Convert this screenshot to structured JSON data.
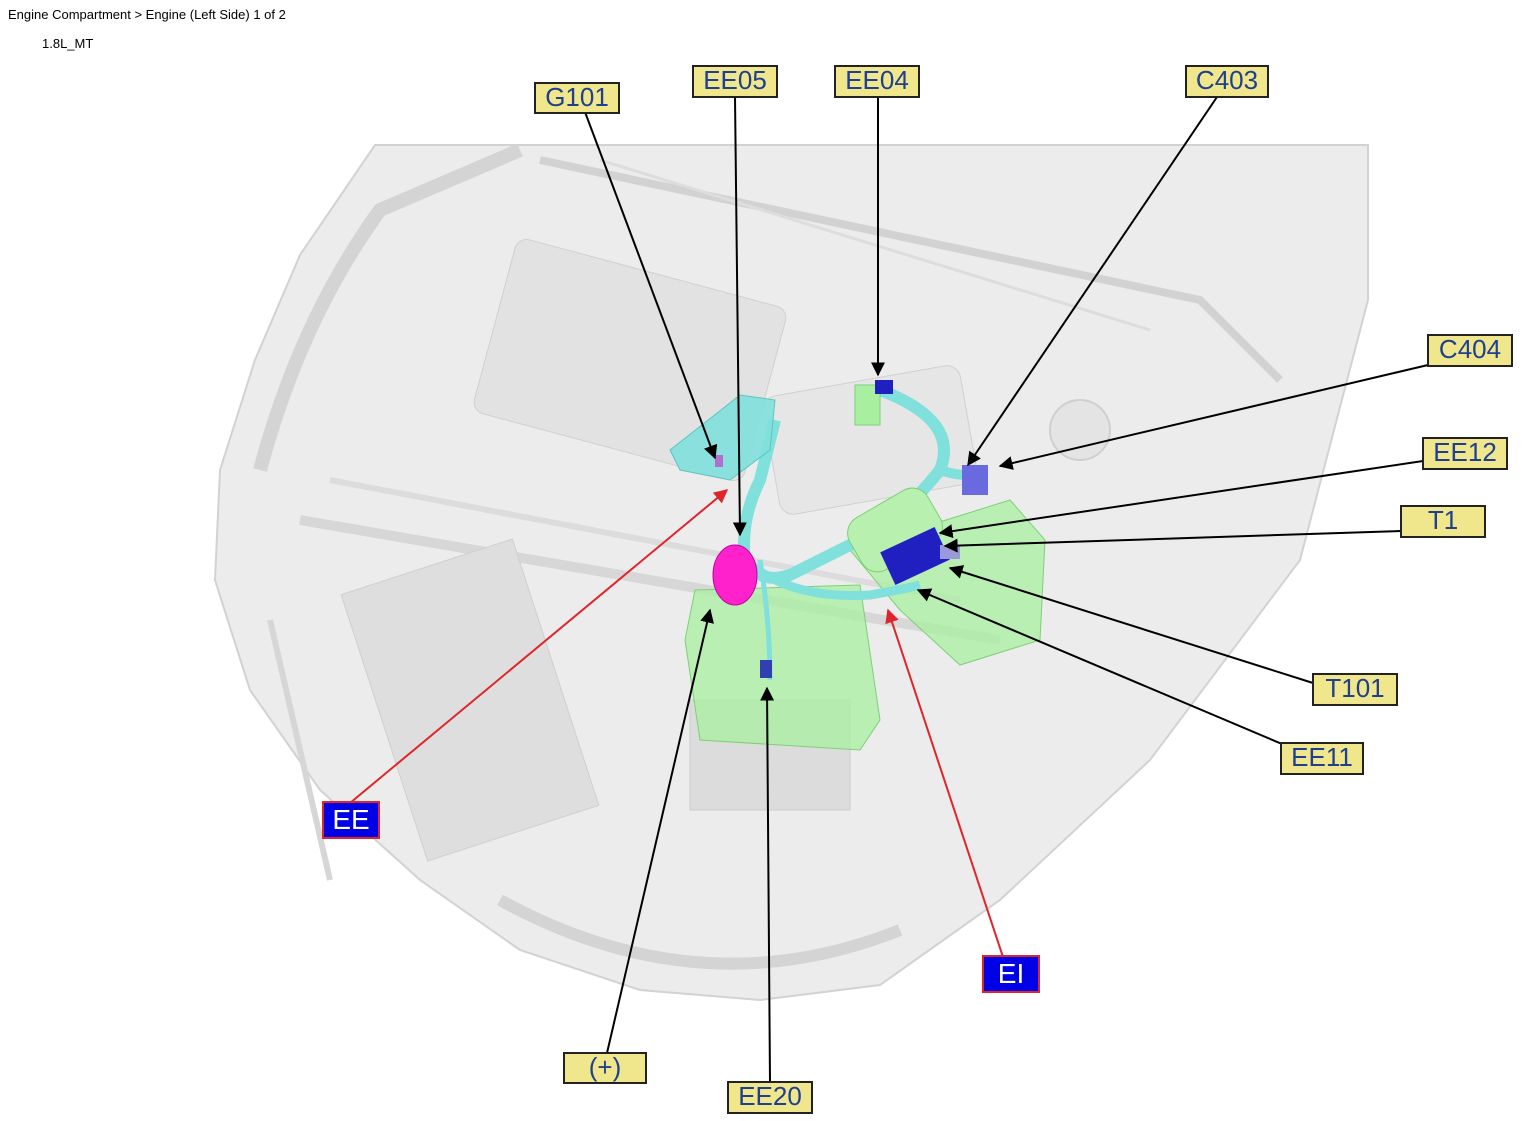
{
  "header": {
    "title": "Engine Compartment > Engine (Left Side) 1 of 2",
    "variant": "1.8L_MT"
  },
  "callouts": {
    "g101": "G101",
    "ee05": "EE05",
    "ee04": "EE04",
    "c403": "C403",
    "c404": "C404",
    "ee12": "EE12",
    "t1": "T1",
    "t101": "T101",
    "ee11": "EE11",
    "ee": "EE",
    "ei": "EI",
    "plus": "(+)",
    "ee20": "EE20"
  },
  "colors": {
    "connector_label_bg": "#f0e68c",
    "connector_label_text": "#1f3f8f",
    "harness_label_bg": "#0000e6",
    "harness_leader": "#e0242c",
    "connector_leader": "#000000",
    "harness": "#7fe0dc",
    "battery": "#a8f0a0",
    "connector_highlight": "#ff22cc",
    "connector_dark": "#2020c0"
  }
}
